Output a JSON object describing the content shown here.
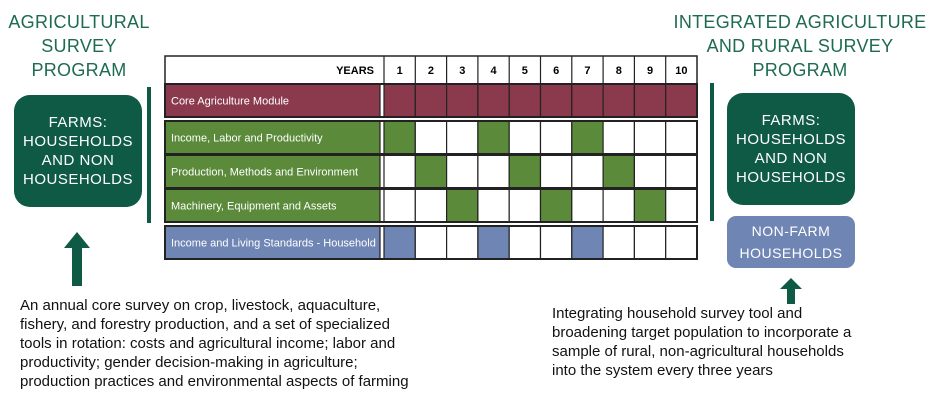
{
  "left_program": {
    "title_lines": [
      "AGRICULTURAL",
      "SURVEY",
      "PROGRAM"
    ],
    "box_lines": [
      "FARMS:",
      "HOUSEHOLDS",
      "AND NON",
      "HOUSEHOLDS"
    ],
    "caption_lines": [
      "An annual core survey on crop, livestock, aquaculture,",
      "fishery, and forestry production, and a set of specialized",
      "tools in rotation: costs and agricultural income; labor and",
      "productivity; gender decision-making in agriculture;",
      "production practices and environmental aspects of farming"
    ]
  },
  "right_program": {
    "title_lines": [
      "INTEGRATED AGRICULTURE",
      "AND RURAL SURVEY",
      "PROGRAM"
    ],
    "farm_box_lines": [
      "FARMS:",
      "HOUSEHOLDS",
      "AND NON",
      "HOUSEHOLDS"
    ],
    "nonfarm_box_lines": [
      "NON-FARM",
      "HOUSEHOLDS"
    ],
    "caption_lines": [
      "Integrating household survey tool and",
      "broadening target population to incorporate a",
      "sample of rural, non-agricultural households",
      "into the system every three years"
    ]
  },
  "schedule": {
    "header_label": "YEARS",
    "years": [
      "1",
      "2",
      "3",
      "4",
      "5",
      "6",
      "7",
      "8",
      "9",
      "10"
    ],
    "rows": [
      {
        "label": "Core Agriculture Module",
        "color": "#8b3a4e",
        "active_years": [
          1,
          2,
          3,
          4,
          5,
          6,
          7,
          8,
          9,
          10
        ]
      },
      {
        "label": "Income, Labor and Productivity",
        "color": "#5a8a3a",
        "active_years": [
          1,
          4,
          7
        ]
      },
      {
        "label": "Production, Methods and Environment",
        "color": "#5a8a3a",
        "active_years": [
          2,
          5,
          8
        ]
      },
      {
        "label": "Machinery, Equipment and Assets",
        "color": "#5a8a3a",
        "active_years": [
          3,
          6,
          9
        ]
      },
      {
        "label": "Income and Living Standards - Household",
        "color": "#6f85b4",
        "active_years": [
          1,
          4,
          7
        ]
      }
    ]
  },
  "colors": {
    "dark_green": "#0f5a45",
    "title_green": "#1e6b52",
    "maroon": "#8b3a4e",
    "module_green": "#5a8a3a",
    "slate_blue": "#6f85b4"
  }
}
